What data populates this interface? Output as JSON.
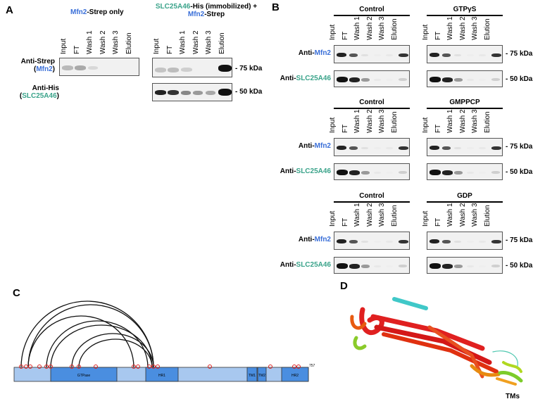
{
  "panels": {
    "A": "A",
    "B": "B",
    "C": "C",
    "D": "D"
  },
  "panelA": {
    "title_left_prefix": "Mfn2",
    "title_left_suffix": "-Strep only",
    "title_right_line1_prefix": "SLC25A46",
    "title_right_line1_suffix": "-His (immobilized) +",
    "title_right_line2_prefix": "Mfn2",
    "title_right_line2_suffix": "-Strep",
    "lanes": [
      "Input",
      "FT",
      "Wash 1",
      "Wash 2",
      "Wash 3",
      "Elution"
    ],
    "row1_label": "Anti-Strep",
    "row1_sub": "Mfn2",
    "row2_label": "Anti-His",
    "row2_sub": "SLC25A46",
    "kda1": "- 75 kDa",
    "kda2": "- 50 kDa"
  },
  "panelB": {
    "lanes": [
      "Input",
      "FT",
      "Wash 1",
      "Wash 2",
      "Wash 3",
      "Elution"
    ],
    "groups": [
      "Control",
      "GTPγS",
      "Control",
      "GMPPCP",
      "Control",
      "GDP"
    ],
    "anti_prefix": "Anti-",
    "mfn2": "Mfn2",
    "slc": "SLC25A46",
    "kda1": "- 75 kDa",
    "kda2": "- 50 kDa"
  },
  "panelC": {
    "domains": [
      "GTPase",
      "HR1",
      "TM1",
      "TM2",
      "HR2"
    ],
    "end_label": "757"
  },
  "panelD": {
    "tm_label": "TMs"
  }
}
